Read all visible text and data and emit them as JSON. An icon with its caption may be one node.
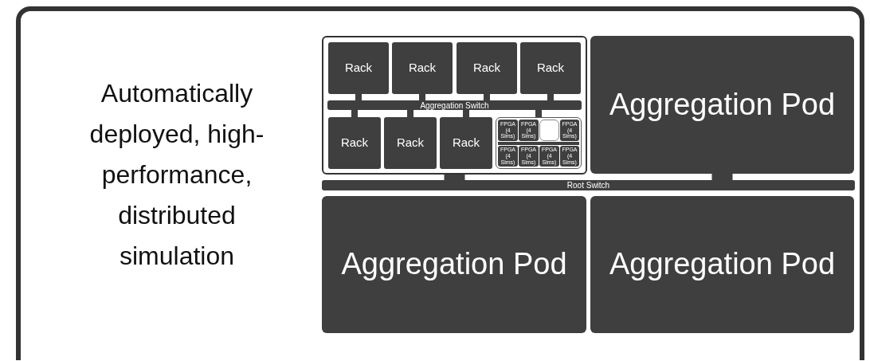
{
  "diagram": {
    "nodes": [
      {
        "text": [],
        "shape": "box"
      },
      {
        "text": [
          "Rack"
        ],
        "in": 0
      },
      {
        "text": [
          "Rack"
        ],
        "in": 0
      },
      {
        "text": [
          "Rack"
        ],
        "in": 0
      },
      {
        "text": [
          "Rack"
        ],
        "in": 0
      },
      {
        "text": [
          "Aggregation Switch"
        ],
        "in": 0
      },
      {
        "text": [
          "Rack"
        ],
        "in": 0
      },
      {
        "text": [
          "Rack"
        ],
        "in": 0
      },
      {
        "text": [
          "Rack"
        ],
        "in": 0
      },
      {
        "text": [],
        "shape": "box",
        "in": 0
      },
      {
        "text": [
          "FPGA (4 Sims)"
        ],
        "in": 9
      },
      {
        "text": [
          "FPGA (4 Sims)"
        ],
        "in": 9
      },
      {
        "text": [],
        "shape": "box",
        "in": 9
      },
      {
        "text": [
          "FPGA (4 Sims)"
        ],
        "in": 9
      },
      {
        "text": [],
        "shape": "bar",
        "in": 9
      },
      {
        "text": [
          "FPGA (4 Sims)"
        ],
        "in": 9
      },
      {
        "text": [
          "FPGA (4 Sims)"
        ],
        "in": 9
      },
      {
        "text": [
          "FPGA (4 Sims)"
        ],
        "in": 9
      },
      {
        "text": [
          "FPGA (4 Sims)"
        ],
        "in": 9
      },
      {
        "text": [
          "Aggregation Pod"
        ]
      },
      {
        "text": [
          "Root Switch"
        ]
      },
      {
        "text": [
          "Aggregation Pod"
        ]
      },
      {
        "text": [
          "Aggregation Pod"
        ]
      }
    ],
    "edges": [
      {
        "from": 1,
        "to": 5,
        "arrow": "none"
      },
      {
        "from": 2,
        "to": 5,
        "arrow": "none"
      },
      {
        "from": 3,
        "to": 5,
        "arrow": "none"
      },
      {
        "from": 4,
        "to": 5,
        "arrow": "none"
      },
      {
        "from": 6,
        "to": 5,
        "arrow": "none"
      },
      {
        "from": 7,
        "to": 5,
        "arrow": "none"
      },
      {
        "from": 8,
        "to": 5,
        "arrow": "none"
      },
      {
        "from": 9,
        "to": 5,
        "arrow": "none"
      },
      {
        "from": 0,
        "to": 20,
        "arrow": "none",
        "style": "thick"
      },
      {
        "from": 19,
        "to": 20,
        "arrow": "none",
        "style": "thick"
      }
    ],
    "labels": [
      "Automatically deployed, high-performance, distributed simulation"
    ]
  }
}
